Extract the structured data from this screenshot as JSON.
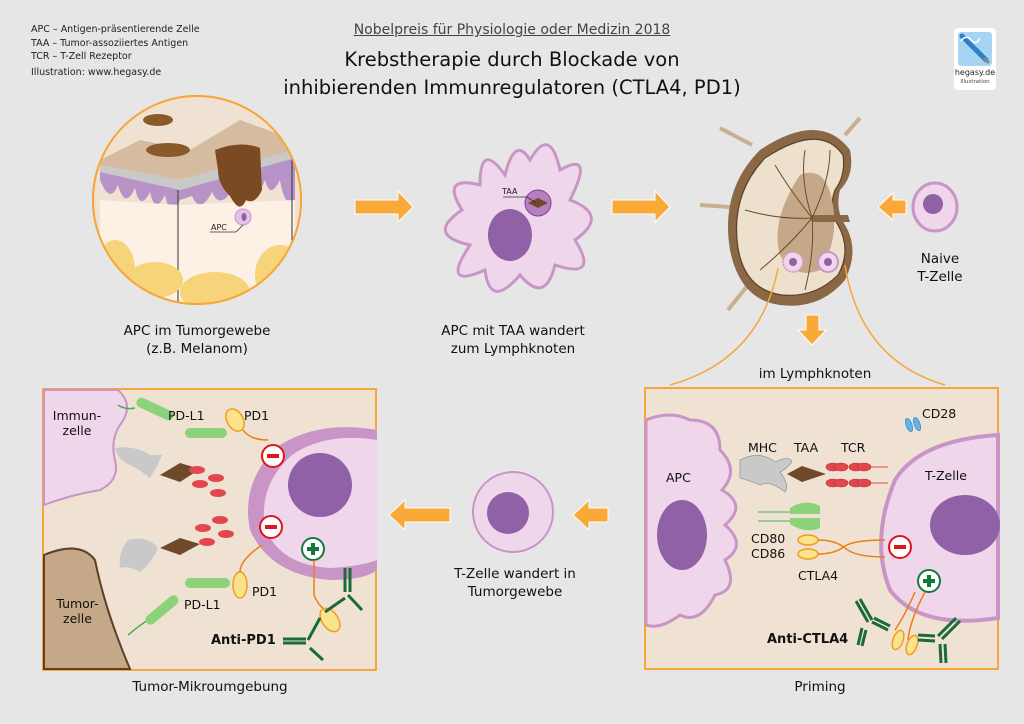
{
  "legend": {
    "items": [
      {
        "abbr": "APC",
        "sep": "–",
        "text": "Antigen-präsentierende Zelle"
      },
      {
        "abbr": "TAA",
        "sep": "–",
        "text": "Tumor-assoziiertes Antigen"
      },
      {
        "abbr": "TCR",
        "sep": "–",
        "text": "T-Zell Rezeptor"
      }
    ],
    "credit": "Illustration: www.hegasy.de"
  },
  "header": {
    "supertitle": "Nobelpreis für Physiologie oder Medizin 2018",
    "title_line1": "Krebstherapie durch Blockade von",
    "title_line2": "inhibierenden Immunregulatoren (CTLA4, PD1)"
  },
  "logo": {
    "name": "hegasy.de",
    "sub": "Illustration"
  },
  "colors": {
    "background": "#e6e6e6",
    "arrow": "#f9a937",
    "frame": "#f6a63a",
    "panel_bg": "#f0e2d3",
    "cell_membrane": "#c895c6",
    "cell_body": "#f0d6ea",
    "nucleus": "#9061a6",
    "tcr": "#e2474f",
    "pdl1": "#8bd27a",
    "pd1": "#f9e38c",
    "antibody": "#1a6b3a",
    "inhibit": "#e0151b",
    "activate": "#127a3a"
  },
  "steps": {
    "step1": {
      "caption_line1": "APC im Tumorgewebe",
      "caption_line2": "(z.B. Melanom)",
      "apc_label": "APC"
    },
    "step2": {
      "caption_line1": "APC mit TAA wandert",
      "caption_line2": "zum Lymphknoten",
      "taa_label": "TAA"
    },
    "step3": {
      "naive_line1": "Naive",
      "naive_line2": "T-Zelle",
      "lymph_caption": "im Lymphknoten"
    },
    "step4": {
      "caption_line1": "T-Zelle wandert in",
      "caption_line2": "Tumorgewebe"
    }
  },
  "priming": {
    "caption": "Priming",
    "labels": {
      "apc": "APC",
      "mhc": "MHC",
      "taa": "TAA",
      "tcr": "TCR",
      "cd28": "CD28",
      "tcell": "T-Zelle",
      "cd80": "CD80",
      "cd86": "CD86",
      "ctla4": "CTLA4",
      "anti_ctla4": "Anti-CTLA4"
    }
  },
  "tumor": {
    "caption": "Tumor-Mikroumgebung",
    "labels": {
      "immune1": "Immun-",
      "immune2": "zelle",
      "pdl1_top": "PD-L1",
      "pd1_top": "PD1",
      "tumor1": "Tumor-",
      "tumor2": "zelle",
      "pdl1_bottom": "PD-L1",
      "pd1_bottom": "PD1",
      "anti_pd1": "Anti-PD1"
    }
  },
  "symbols": {
    "minus": "−",
    "plus": "+"
  }
}
